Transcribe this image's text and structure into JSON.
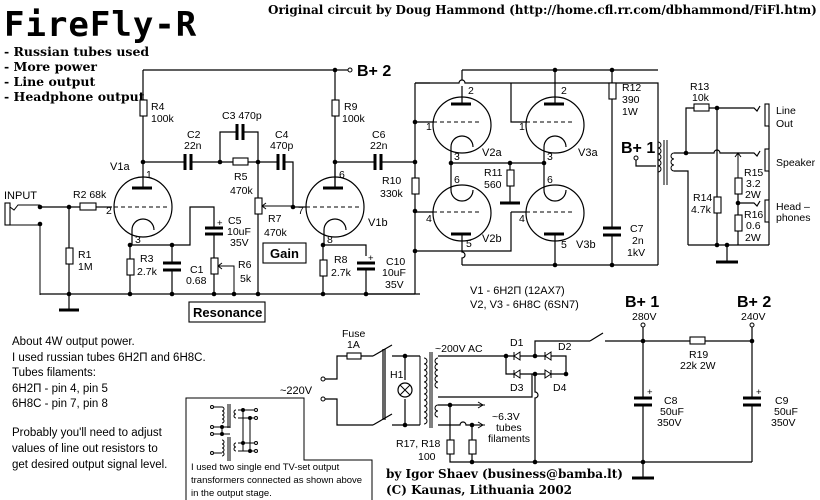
{
  "title": "FireFly-R",
  "credit": "Original circuit by Doug Hammond  (http://home.cfl.rr.com/dbhammond/FiFl.htm)",
  "features": [
    "- Russian tubes used",
    "- More power",
    "- Line output",
    "- Headphone output"
  ],
  "rails": {
    "b_plus_1": "B+ 1",
    "b_plus_2": "B+ 2",
    "b_plus_1_voltage": "280V",
    "b_plus_2_voltage": "240V"
  },
  "input_label": "INPUT",
  "tubes": {
    "v1a": "V1a",
    "v1b": "V1b",
    "v2a": "V2a",
    "v2b": "V2b",
    "v3a": "V3a",
    "v3b": "V3b"
  },
  "pins": {
    "v1a_plate": "1",
    "v1a_grid": "2",
    "v1a_cathode": "3",
    "v1b_plate": "6",
    "v1b_grid": "7",
    "v1b_cathode": "8",
    "v2a_plate": "2",
    "v2a_grid": "1",
    "v2a_cathode": "3",
    "v2b_plate": "5",
    "v2b_grid": "4",
    "v2b_cathode": "6",
    "v3a_plate": "2",
    "v3a_grid": "1",
    "v3a_cathode": "3",
    "v3b_plate": "5",
    "v3b_grid": "4",
    "v3b_cathode": "6"
  },
  "components": {
    "r1": {
      "name": "R1",
      "value": "1M"
    },
    "r2": {
      "name": "R2 68k"
    },
    "r3": {
      "name": "R3",
      "value": "2.7k"
    },
    "r4": {
      "name": "R4",
      "value": "100k"
    },
    "r5": {
      "name": "R5",
      "value": "470k"
    },
    "r6": {
      "name": "R6",
      "value": "5k"
    },
    "r7": {
      "name": "R7",
      "value": "470k"
    },
    "r8": {
      "name": "R8",
      "value": "2.7k"
    },
    "r9": {
      "name": "R9",
      "value": "100k"
    },
    "r10": {
      "name": "R10",
      "value": "330k"
    },
    "r11": {
      "name": "R11",
      "value": "560"
    },
    "r12": {
      "name": "R12",
      "value": "390",
      "rating": "1W"
    },
    "r13": {
      "name": "R13",
      "value": "10k"
    },
    "r14": {
      "name": "R14",
      "value": "4.7k"
    },
    "r15": {
      "name": "R15",
      "value": "3.2",
      "rating": "2W"
    },
    "r16": {
      "name": "R16",
      "value": "0.6",
      "rating": "2W"
    },
    "r17_18": {
      "name": "R17, R18",
      "value": "100"
    },
    "r19": {
      "name": "R19",
      "value": "22k  2W"
    },
    "c1": {
      "name": "C1",
      "value": "0.68"
    },
    "c2": {
      "name": "C2",
      "value": "22n"
    },
    "c3": {
      "name": "C3 470p"
    },
    "c4": {
      "name": "C4",
      "value": "470p"
    },
    "c5": {
      "name": "C5",
      "value": "10uF",
      "rating": "35V"
    },
    "c6": {
      "name": "C6",
      "value": "22n"
    },
    "c7": {
      "name": "C7",
      "value": "2n",
      "rating": "1kV"
    },
    "c8": {
      "name": "C8",
      "value": "50uF",
      "rating": "350V"
    },
    "c9": {
      "name": "C9",
      "value": "50uF",
      "rating": "350V"
    },
    "c10": {
      "name": "C10",
      "value": "10uF",
      "rating": "35V"
    },
    "d1": "D1",
    "d2": "D2",
    "d3": "D3",
    "d4": "D4",
    "h1": "H1",
    "fuse": {
      "name": "Fuse",
      "value": "1A"
    }
  },
  "controls": {
    "gain": "Gain",
    "resonance": "Resonance"
  },
  "outputs": {
    "line1": "Line",
    "line2": "Out",
    "speaker": "Speaker",
    "head1": "Head –",
    "head2": "phones"
  },
  "tube_types": [
    "V1 - 6H2П (12AX7)",
    "V2, V3 - 6H8C (6SN7)"
  ],
  "power": {
    "mains": "~220V",
    "secondary": "~200V AC",
    "filament1": "~6.3V",
    "filament2": "tubes",
    "filament3": "filaments"
  },
  "notes": [
    "About 4W output power.",
    "I used russian tubes 6H2П and 6H8C.",
    "Tubes filaments:",
    "6H2П - pin 4, pin 5",
    "6H8C - pin 7, pin 8"
  ],
  "notes2": [
    "Probably you'll need to adjust",
    "values of line out resistors to",
    "get desired output signal level."
  ],
  "inset_note": [
    "I used two single end TV-set output",
    "transformers connected  as shown above",
    "in the output stage."
  ],
  "author": "by Igor Shaev (business@bamba.lt)",
  "copyright": "(C) Kaunas, Lithuania  2002"
}
